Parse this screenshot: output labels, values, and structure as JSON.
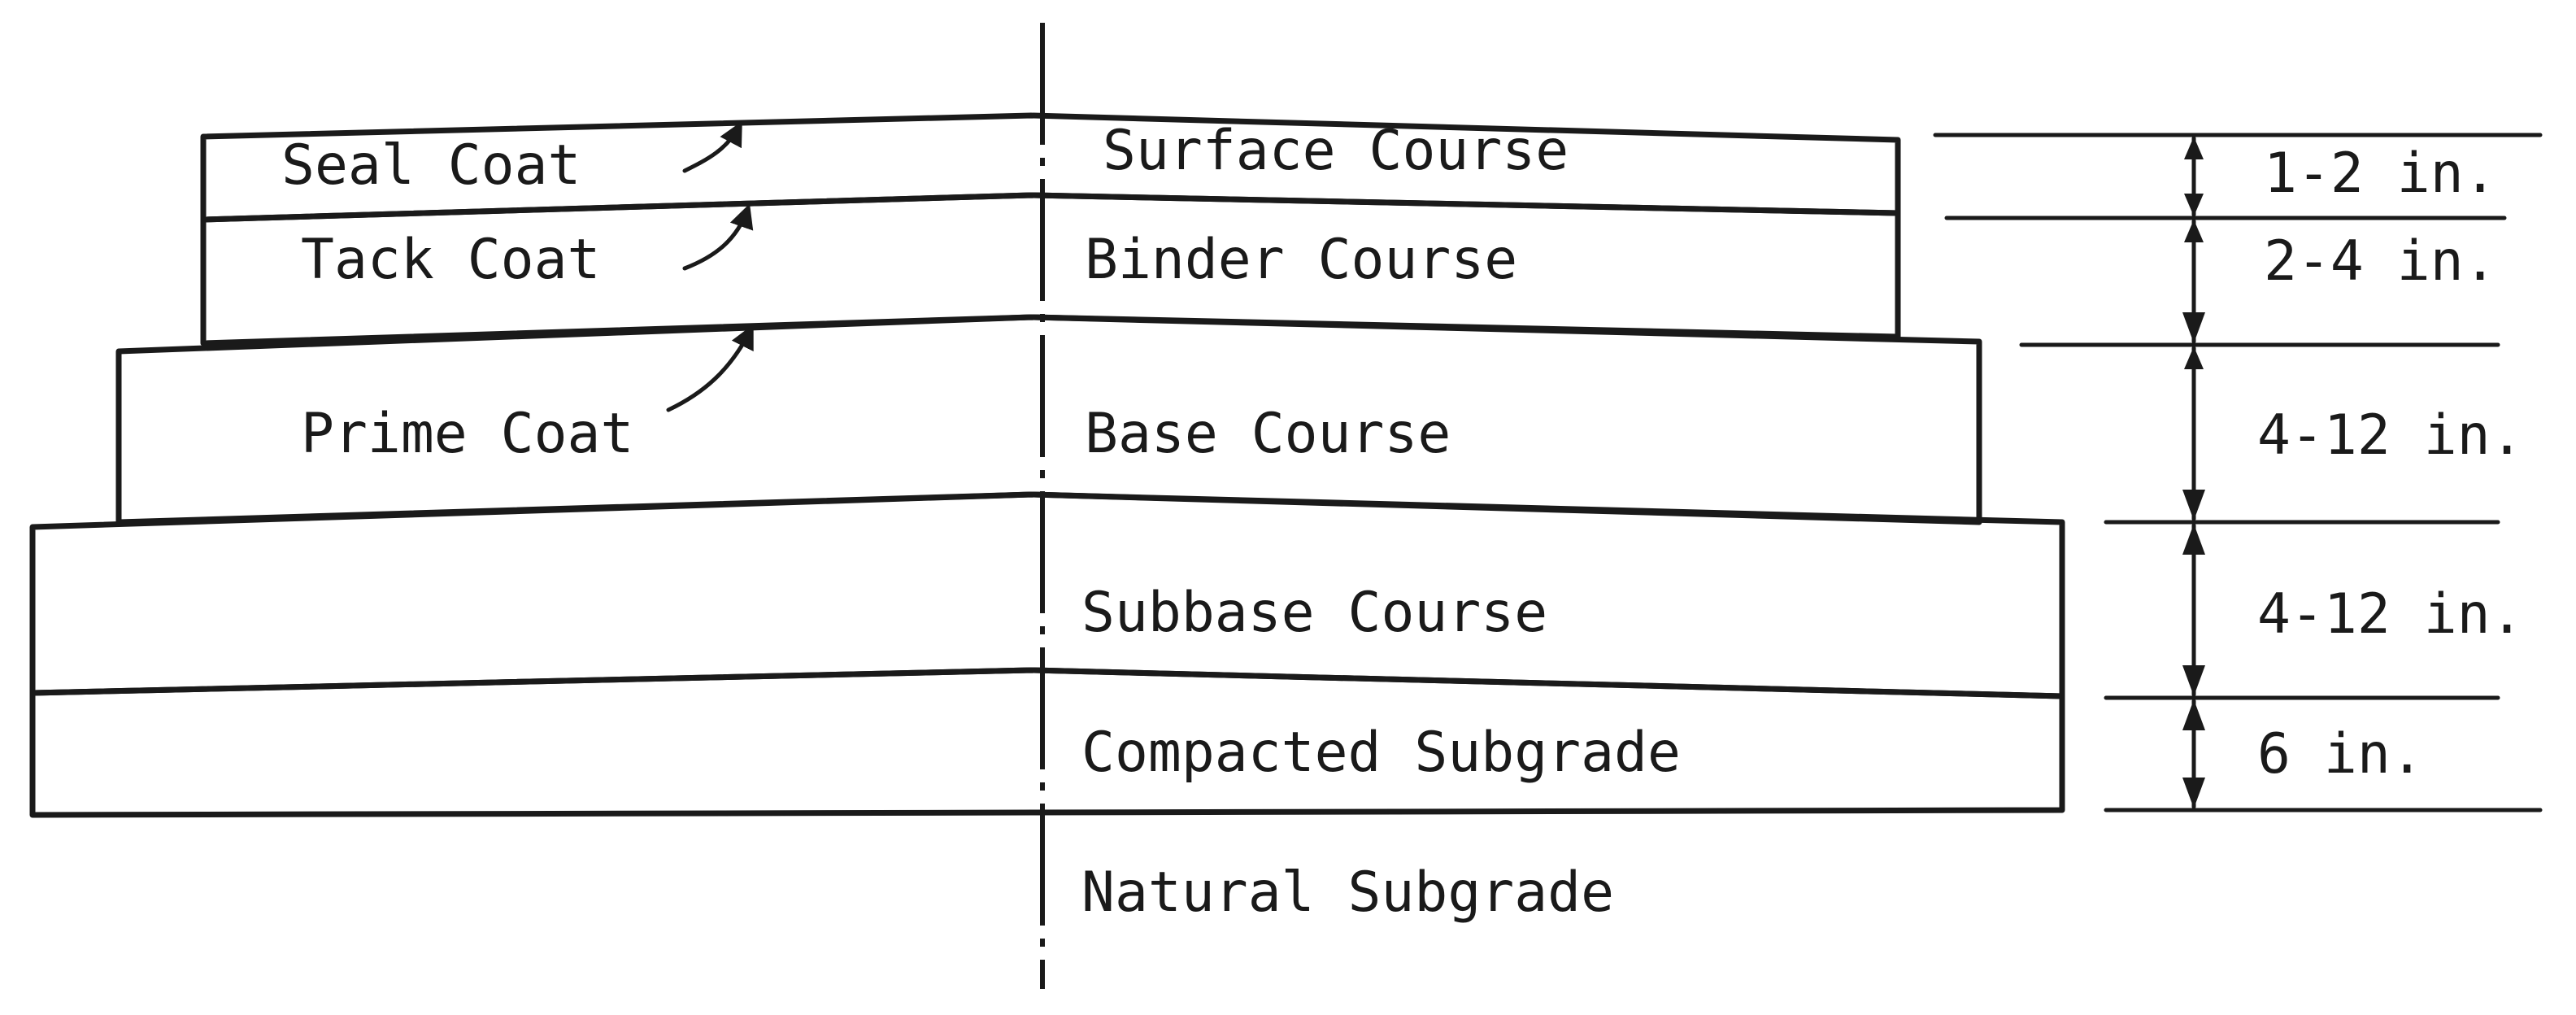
{
  "coats": {
    "seal": "Seal Coat",
    "tack": "Tack Coat",
    "prime": "Prime Coat"
  },
  "layers": {
    "surface": "Surface Course",
    "binder": "Binder Course",
    "base": "Base Course",
    "subbase": "Subbase Course",
    "compacted_subgrade": "Compacted Subgrade",
    "natural_subgrade": "Natural Subgrade"
  },
  "thickness": {
    "surface": "1-2 in.",
    "binder": "2-4 in.",
    "base": "4-12 in.",
    "subbase": "4-12 in.",
    "compacted_subgrade": "6 in."
  },
  "colors": {
    "ink": "#1a1a1a",
    "paper": "#ffffff"
  }
}
